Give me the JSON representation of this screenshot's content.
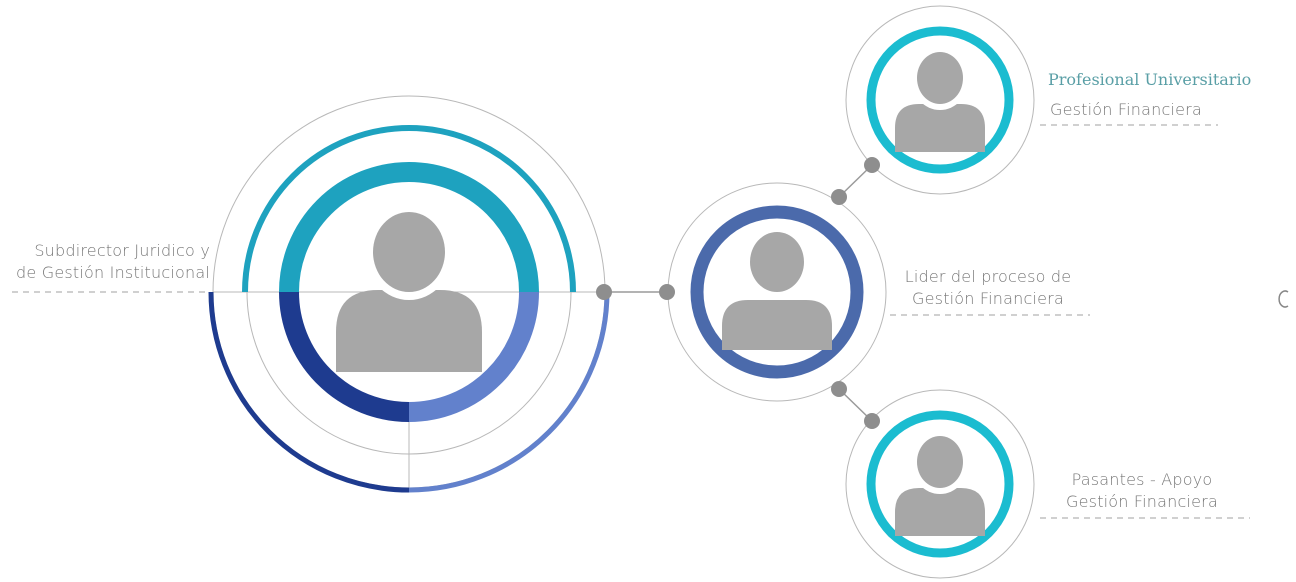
{
  "nodes": {
    "director": {
      "line1": "Subdirector Juridico y",
      "line2": "de Gestión Institucional"
    },
    "leader": {
      "line1": "Lider del proceso de",
      "line2": "Gestión Financiera"
    },
    "professional": {
      "title": "Profesional Universitario",
      "subtitle": "Gestión Financiera"
    },
    "interns": {
      "line1": "Pasantes - Apoyo",
      "line2": "Gestión Financiera"
    }
  },
  "colors": {
    "teal": "#1ea2bf",
    "cyan": "#1bbcd0",
    "navy": "#1e3b8f",
    "blue": "#6281cc",
    "slate_blue": "#4b6aab",
    "person": "#a7a7a7",
    "connector": "#8e8e8e"
  }
}
